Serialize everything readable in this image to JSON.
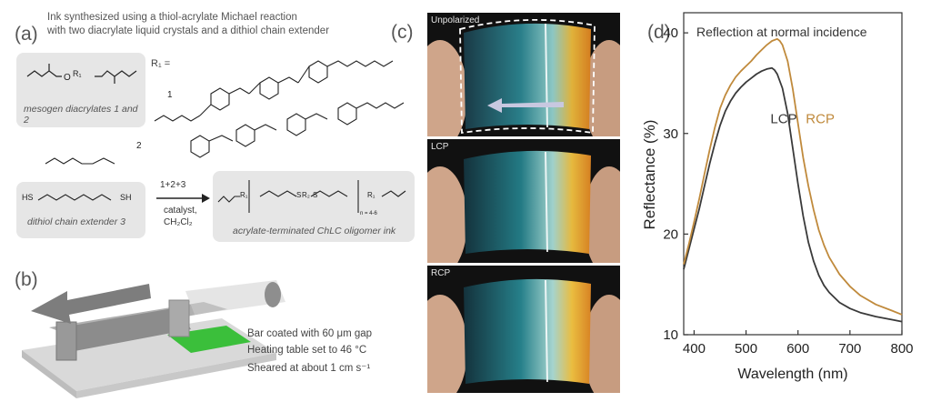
{
  "panel_a": {
    "label": "(a)",
    "caption_line1": "Ink synthesized using a thiol-acrylate Michael reaction",
    "caption_line2": "with two diacrylate liquid crystals and a dithiol chain extender",
    "mesogen_box_label": "mesogen diacrylates 1 and 2",
    "r1_label": "R₁ =",
    "r1_sub": "R₁",
    "compound_1": "1",
    "compound_2": "2",
    "dithiol_box_label": "dithiol chain extender 3",
    "dithiol_hs": "HS",
    "dithiol_sh": "SH",
    "reaction_label": "1+2+3",
    "reaction_conditions": [
      "catalyst,",
      "CH₂Cl₂"
    ],
    "oligomer_label": "acrylate-terminated ChLC oligomer ink",
    "oligomer_s": "S",
    "oligomer_r2": "R₂",
    "oligomer_subscript": "n = 4-6"
  },
  "panel_b": {
    "label": "(b)",
    "notes": [
      "Bar coated with 60 μm gap",
      "Heating table set to 46 °C",
      "Sheared at about 1 cm s⁻¹"
    ]
  },
  "panel_c": {
    "label": "(c)",
    "photos": [
      "Unpolarized",
      "LCP",
      "RCP"
    ]
  },
  "panel_d": {
    "label": "(d)"
  },
  "chart_data": {
    "type": "line",
    "title": "Reflection at normal incidence",
    "xlabel": "Wavelength (nm)",
    "ylabel": "Reflectance (%)",
    "xlim": [
      380,
      800
    ],
    "ylim": [
      10,
      42
    ],
    "xticks": [
      400,
      500,
      600,
      700,
      800
    ],
    "yticks": [
      10,
      20,
      30,
      40
    ],
    "series": [
      {
        "name": "LCP",
        "color": "#3a3a3a",
        "x": [
          380,
          390,
          400,
          410,
          420,
          430,
          440,
          450,
          460,
          470,
          480,
          490,
          500,
          510,
          520,
          530,
          540,
          550,
          555,
          560,
          570,
          580,
          590,
          600,
          610,
          620,
          630,
          640,
          650,
          660,
          680,
          700,
          720,
          750,
          780,
          800
        ],
        "y": [
          16.5,
          18.5,
          20.5,
          22.5,
          24.8,
          27,
          29,
          30.8,
          32.2,
          33.2,
          34,
          34.6,
          35.1,
          35.5,
          35.9,
          36.2,
          36.4,
          36.5,
          36.3,
          35.9,
          34.5,
          32.0,
          28.5,
          25.0,
          21.8,
          19.2,
          17.3,
          15.9,
          14.9,
          14.2,
          13.2,
          12.6,
          12.2,
          11.8,
          11.5,
          11.3
        ]
      },
      {
        "name": "RCP",
        "color": "#c08a3c",
        "x": [
          380,
          390,
          400,
          410,
          420,
          430,
          440,
          450,
          460,
          470,
          480,
          490,
          500,
          510,
          520,
          530,
          540,
          550,
          560,
          565,
          570,
          580,
          590,
          600,
          610,
          620,
          630,
          640,
          650,
          660,
          680,
          700,
          720,
          750,
          780,
          800
        ],
        "y": [
          17,
          19,
          21.2,
          23.5,
          26,
          28.4,
          30.6,
          32.5,
          33.8,
          34.8,
          35.6,
          36.2,
          36.7,
          37.2,
          37.8,
          38.3,
          38.8,
          39.2,
          39.4,
          39.2,
          38.8,
          37.2,
          34.4,
          31.0,
          27.6,
          24.8,
          22.4,
          20.4,
          18.9,
          17.7,
          16.0,
          14.8,
          13.9,
          13.0,
          12.4,
          12.0
        ]
      }
    ],
    "annotations": [
      {
        "text": "LCP",
        "x": 547,
        "y": 31
      },
      {
        "text": "RCP",
        "x": 615,
        "y": 31
      }
    ],
    "grid": false,
    "legend": "none"
  }
}
